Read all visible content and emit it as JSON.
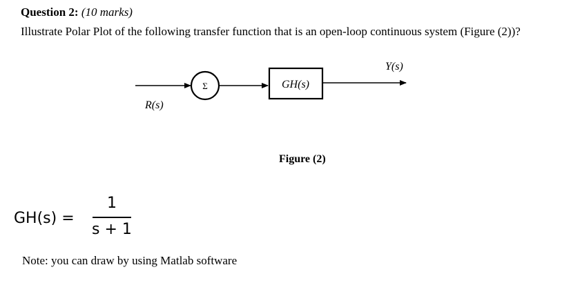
{
  "question": {
    "label": "Question 2:",
    "marks": "(10 marks)",
    "text": "Illustrate Polar Plot of the following transfer function that is an open-loop continuous system (Figure (2))?"
  },
  "diagram": {
    "input_label": "R(s)",
    "summer_symbol": "Σ",
    "block_label": "GH(s)",
    "output_label": "Y(s)",
    "caption": "Figure (2)"
  },
  "formula": {
    "lhs": "GH(s) =",
    "numerator": "1",
    "denominator": "s + 1"
  },
  "note": "Note: you can draw by using Matlab software"
}
